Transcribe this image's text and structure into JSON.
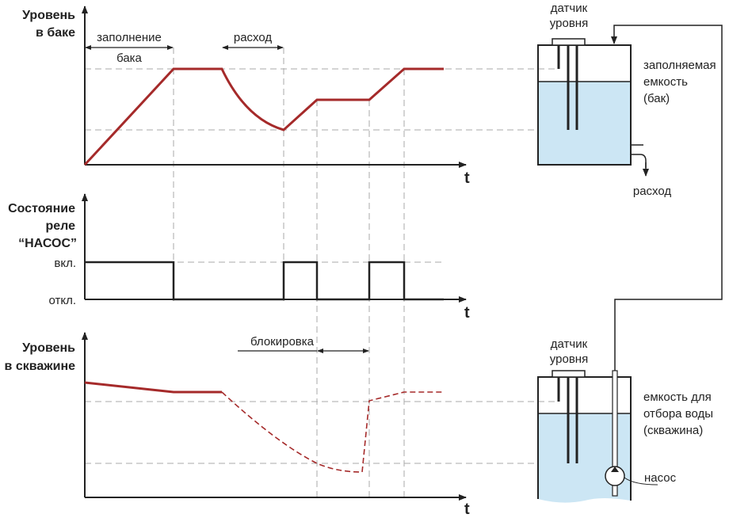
{
  "tank_level_chart": {
    "title_line1": "Уровень",
    "title_line2": "в баке",
    "annotation_fill_line1": "заполнение",
    "annotation_fill_line2": "бака",
    "annotation_consumption": "расход",
    "x_axis_label": "t"
  },
  "relay_chart": {
    "title_line1": "Состояние",
    "title_line2": "реле",
    "title_line3": "“НАСОС”",
    "on_label": "вкл.",
    "off_label": "откл.",
    "x_axis_label": "t"
  },
  "well_level_chart": {
    "title_line1": "Уровень",
    "title_line2": "в скважине",
    "annotation_block": "блокировка",
    "x_axis_label": "t"
  },
  "upper_tank": {
    "sensor_line1": "датчик",
    "sensor_line2": "уровня",
    "name_line1": "заполняемая",
    "name_line2": "емкость",
    "name_line3": "(бак)",
    "outlet_label": "расход",
    "water_color": "#cce6f4"
  },
  "well_tank": {
    "sensor_line1": "датчик",
    "sensor_line2": "уровня",
    "name_line1": "емкость для",
    "name_line2": "отбора воды",
    "name_line3": "(скважина)",
    "pump_label": "насос",
    "water_color": "#cce6f4"
  },
  "colors": {
    "level_line": "#a52a2a",
    "relay_line": "#222222"
  }
}
